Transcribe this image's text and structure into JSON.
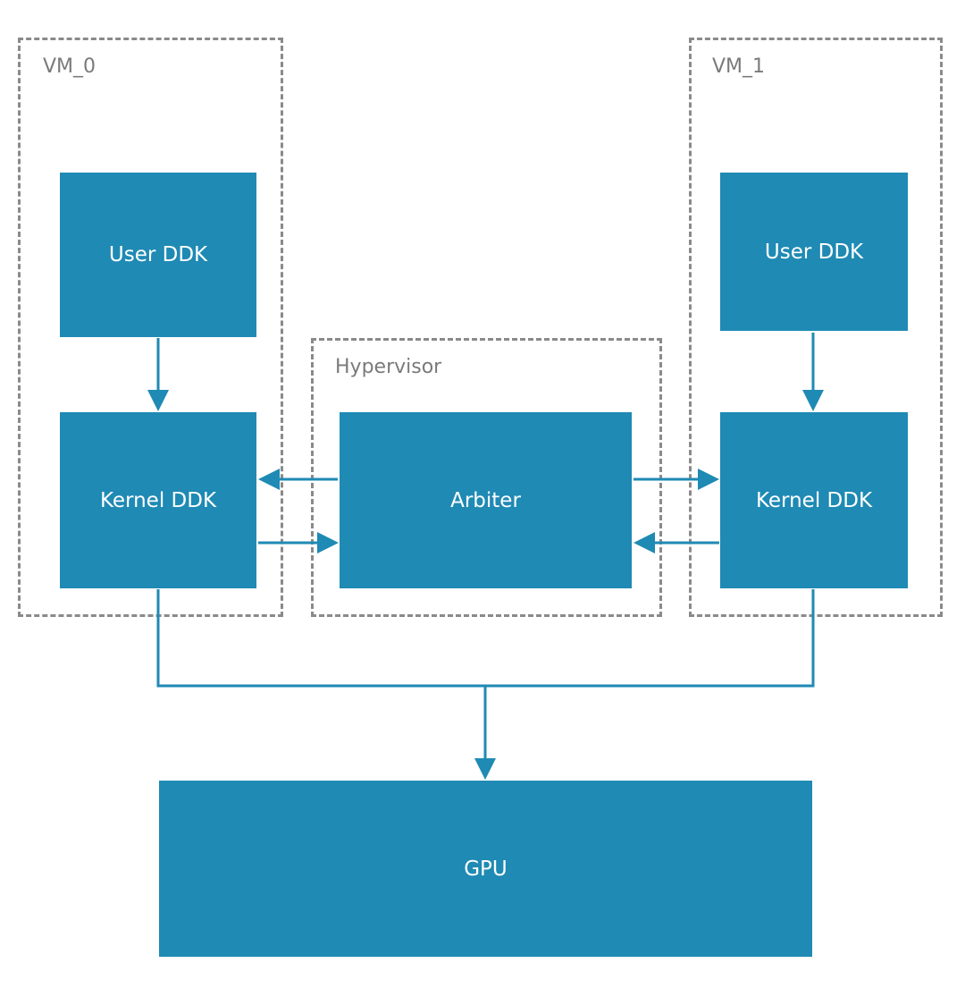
{
  "regions": {
    "vm0": "VM_0",
    "vm1": "VM_1",
    "hypervisor": "Hypervisor"
  },
  "blocks": {
    "vm0_user": "User DDK",
    "vm0_kernel": "Kernel DDK",
    "arbiter": "Arbiter",
    "vm1_user": "User DDK",
    "vm1_kernel": "Kernel DDK",
    "gpu": "GPU"
  },
  "colors": {
    "block_fill": "#1f8ab4",
    "connector": "#1f8ab4",
    "dashed_border": "#8a8a8a",
    "region_label": "#7a7a7a"
  }
}
